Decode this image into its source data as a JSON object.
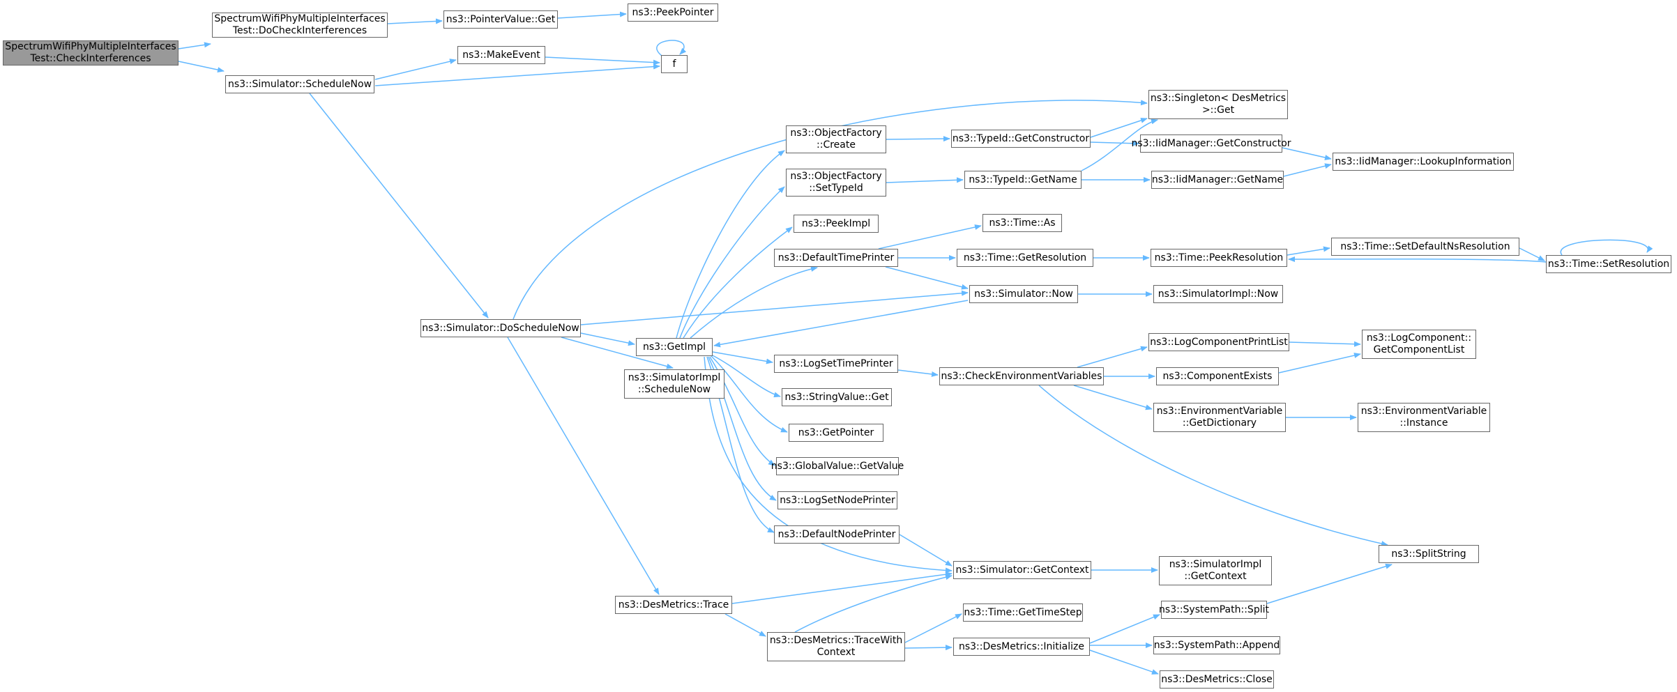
{
  "colors": {
    "edge": "#63b8ff",
    "node_border": "#666666",
    "root_fill": "#999999",
    "node_fill": "#ffffff"
  },
  "nodes": [
    {
      "id": "root",
      "lines": [
        "SpectrumWifiPhyMultipleInterfaces",
        "Test::CheckInterferences"
      ],
      "root": true
    },
    {
      "id": "docheck",
      "lines": [
        "SpectrumWifiPhyMultipleInterfaces",
        "Test::DoCheckInterferences"
      ]
    },
    {
      "id": "pvget",
      "lines": [
        "ns3::PointerValue::Get"
      ]
    },
    {
      "id": "peekptr",
      "lines": [
        "ns3::PeekPointer"
      ]
    },
    {
      "id": "makeevent",
      "lines": [
        "ns3::MakeEvent"
      ]
    },
    {
      "id": "f",
      "lines": [
        "f"
      ]
    },
    {
      "id": "schednow",
      "lines": [
        "ns3::Simulator::ScheduleNow"
      ]
    },
    {
      "id": "singleton",
      "lines": [
        "ns3::Singleton< DesMetrics",
        ">::Get"
      ]
    },
    {
      "id": "ofcreate",
      "lines": [
        "ns3::ObjectFactory",
        "::Create"
      ]
    },
    {
      "id": "tidgetctor",
      "lines": [
        "ns3::TypeId::GetConstructor"
      ]
    },
    {
      "id": "iidgetctor",
      "lines": [
        "ns3::IidManager::GetConstructor"
      ]
    },
    {
      "id": "lookup",
      "lines": [
        "ns3::IidManager::LookupInformation"
      ]
    },
    {
      "id": "ofsettid",
      "lines": [
        "ns3::ObjectFactory",
        "::SetTypeId"
      ]
    },
    {
      "id": "tidgetname",
      "lines": [
        "ns3::TypeId::GetName"
      ]
    },
    {
      "id": "iidgetname",
      "lines": [
        "ns3::IidManager::GetName"
      ]
    },
    {
      "id": "peekimpl",
      "lines": [
        "ns3::PeekImpl"
      ]
    },
    {
      "id": "timeas",
      "lines": [
        "ns3::Time::As"
      ]
    },
    {
      "id": "deftp",
      "lines": [
        "ns3::DefaultTimePrinter"
      ]
    },
    {
      "id": "getres",
      "lines": [
        "ns3::Time::GetResolution"
      ]
    },
    {
      "id": "peekres",
      "lines": [
        "ns3::Time::PeekResolution"
      ]
    },
    {
      "id": "setdefns",
      "lines": [
        "ns3::Time::SetDefaultNsResolution"
      ]
    },
    {
      "id": "setres",
      "lines": [
        "ns3::Time::SetResolution"
      ]
    },
    {
      "id": "simnow",
      "lines": [
        "ns3::Simulator::Now"
      ]
    },
    {
      "id": "simimplnow",
      "lines": [
        "ns3::SimulatorImpl::Now"
      ]
    },
    {
      "id": "doschednow",
      "lines": [
        "ns3::Simulator::DoScheduleNow"
      ]
    },
    {
      "id": "getimpl",
      "lines": [
        "ns3::GetImpl"
      ]
    },
    {
      "id": "logcpl",
      "lines": [
        "ns3::LogComponentPrintList"
      ]
    },
    {
      "id": "lcgcl",
      "lines": [
        "ns3::LogComponent::",
        "GetComponentList"
      ]
    },
    {
      "id": "logstp",
      "lines": [
        "ns3::LogSetTimePrinter"
      ]
    },
    {
      "id": "checkenv",
      "lines": [
        "ns3::CheckEnvironmentVariables"
      ]
    },
    {
      "id": "compexists",
      "lines": [
        "ns3::ComponentExists"
      ]
    },
    {
      "id": "simimplsched",
      "lines": [
        "ns3::SimulatorImpl",
        "::ScheduleNow"
      ]
    },
    {
      "id": "strget",
      "lines": [
        "ns3::StringValue::Get"
      ]
    },
    {
      "id": "envgetdict",
      "lines": [
        "ns3::EnvironmentVariable",
        "::GetDictionary"
      ]
    },
    {
      "id": "envinst",
      "lines": [
        "ns3::EnvironmentVariable",
        "::Instance"
      ]
    },
    {
      "id": "getptr",
      "lines": [
        "ns3::GetPointer"
      ]
    },
    {
      "id": "gvgetval",
      "lines": [
        "ns3::GlobalValue::GetValue"
      ]
    },
    {
      "id": "logsnp",
      "lines": [
        "ns3::LogSetNodePrinter"
      ]
    },
    {
      "id": "defnp",
      "lines": [
        "ns3::DefaultNodePrinter"
      ]
    },
    {
      "id": "splitstr",
      "lines": [
        "ns3::SplitString"
      ]
    },
    {
      "id": "simgetctx",
      "lines": [
        "ns3::Simulator::GetContext"
      ]
    },
    {
      "id": "simimplgetctx",
      "lines": [
        "ns3::SimulatorImpl",
        "::GetContext"
      ]
    },
    {
      "id": "desmtrace",
      "lines": [
        "ns3::DesMetrics::Trace"
      ]
    },
    {
      "id": "timegetts",
      "lines": [
        "ns3::Time::GetTimeStep"
      ]
    },
    {
      "id": "spsplit",
      "lines": [
        "ns3::SystemPath::Split"
      ]
    },
    {
      "id": "desmtwc",
      "lines": [
        "ns3::DesMetrics::TraceWith",
        "Context"
      ]
    },
    {
      "id": "desminit",
      "lines": [
        "ns3::DesMetrics::Initialize"
      ]
    },
    {
      "id": "spappend",
      "lines": [
        "ns3::SystemPath::Append"
      ]
    },
    {
      "id": "desmclose",
      "lines": [
        "ns3::DesMetrics::Close"
      ]
    }
  ]
}
